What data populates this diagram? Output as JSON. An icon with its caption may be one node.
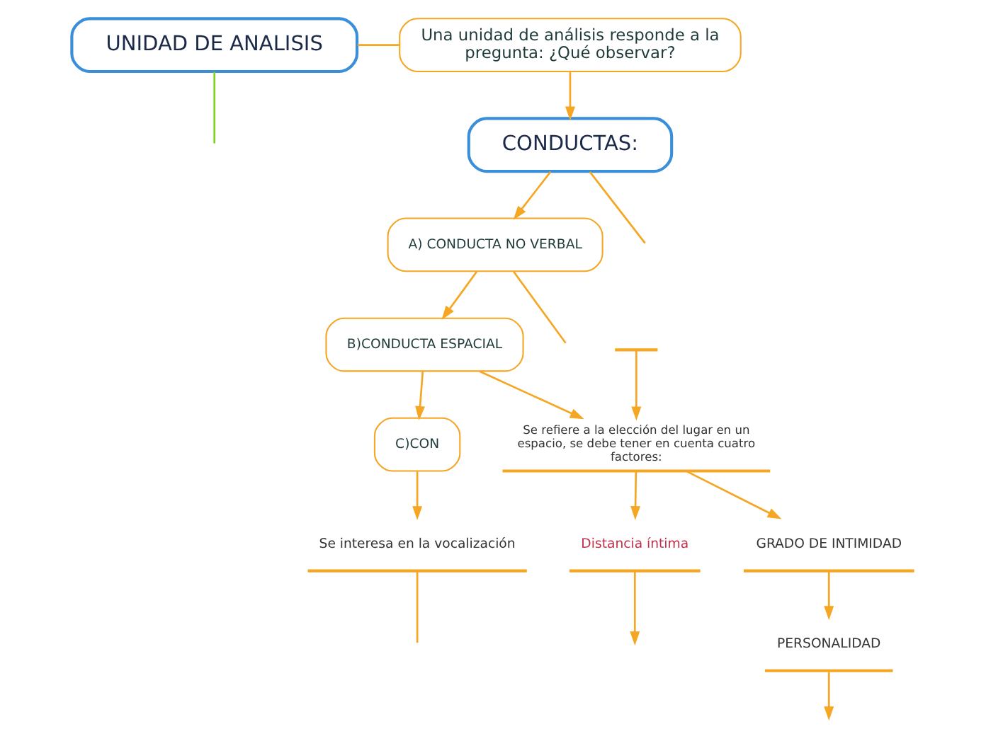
{
  "diagram": {
    "nodes": [
      {
        "text": [
          "UNIDAD DE ANALISIS"
        ]
      },
      {
        "text": [
          "Una unidad de análisis responde a la pregunta: ¿Qué observar?"
        ]
      },
      {
        "text": [
          "CONDUCTAS:"
        ]
      },
      {
        "text": [
          "A) CONDUCTA NO VERBAL"
        ]
      },
      {
        "text": [
          "B)CONDUCTA ESPACIAL"
        ]
      },
      {
        "text": [
          "C)CON"
        ]
      },
      {
        "text": [
          "Se refiere a la elección del lugar en un espacio, se debe tener en cuenta cuatro factores:"
        ]
      },
      {
        "text": [],
        "shape": "line"
      },
      {
        "text": [
          "Distancia íntima"
        ]
      },
      {
        "text": [
          "GRADO DE INTIMIDAD"
        ]
      },
      {
        "text": [
          "PERSONALIDAD"
        ]
      },
      {
        "text": [
          "Se interesa en la vocalización"
        ]
      }
    ],
    "edges": [
      {
        "from": 0,
        "to": 1,
        "arrow": "none"
      },
      {
        "from": 0,
        "to": null,
        "arrow": "none",
        "color": "#7ed321"
      },
      {
        "from": 1,
        "to": 2,
        "arrow": "to"
      },
      {
        "from": 2,
        "to": 3,
        "arrow": "to"
      },
      {
        "from": 2,
        "to": null,
        "arrow": "none"
      },
      {
        "from": 3,
        "to": null,
        "arrow": "none"
      },
      {
        "from": 3,
        "to": 4,
        "arrow": "to"
      },
      {
        "from": 4,
        "to": 5,
        "arrow": "to"
      },
      {
        "from": 4,
        "to": 6,
        "arrow": "to"
      },
      {
        "from": 7,
        "to": 6,
        "arrow": "to"
      },
      {
        "from": 6,
        "to": 8,
        "arrow": "to"
      },
      {
        "from": 6,
        "to": 9,
        "arrow": "to"
      },
      {
        "from": 9,
        "to": 10,
        "arrow": "to"
      },
      {
        "from": 8,
        "to": null,
        "arrow": "to"
      },
      {
        "from": 10,
        "to": null,
        "arrow": "to"
      },
      {
        "from": 5,
        "to": 11,
        "arrow": "to"
      },
      {
        "from": 11,
        "to": null,
        "arrow": "none"
      }
    ]
  }
}
